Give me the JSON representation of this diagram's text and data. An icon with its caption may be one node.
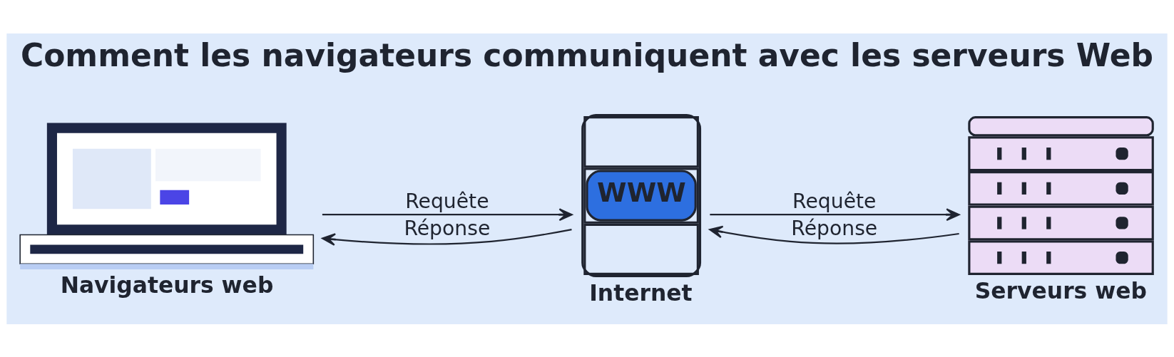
{
  "diagram": {
    "title": "Comment les navigateurs communiquent avec les serveurs Web",
    "nodes": [
      {
        "text": [
          "Navigateurs web"
        ]
      },
      {
        "text": [
          "WWW",
          "Internet"
        ]
      },
      {
        "text": [
          "Serveurs web"
        ]
      }
    ],
    "edges": [
      {
        "from": 0,
        "to": 1,
        "arrow": "to",
        "label": "Requête"
      },
      {
        "from": 1,
        "to": 0,
        "arrow": "to",
        "label": "Réponse"
      },
      {
        "from": 1,
        "to": 2,
        "arrow": "to",
        "label": "Requête"
      },
      {
        "from": 2,
        "to": 1,
        "arrow": "to",
        "label": "Réponse"
      }
    ]
  }
}
